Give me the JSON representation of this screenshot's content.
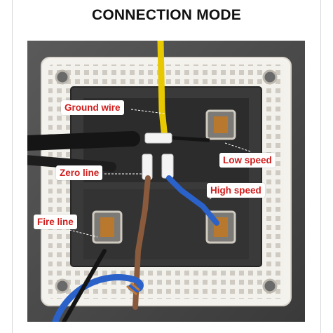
{
  "title": "CONNECTION MODE",
  "labels": {
    "ground_wire": "Ground wire",
    "low_speed": "Low speed",
    "zero_line": "Zero line",
    "high_speed": "High speed",
    "fire_line": "Fire line"
  },
  "colors": {
    "label_text": "#d11c1c",
    "label_bg": "#ffffff",
    "yellow_wire": "#e8c800",
    "blue_wire": "#2a62c9",
    "brown_wire": "#8a5a3c",
    "black_wire": "#151515"
  }
}
